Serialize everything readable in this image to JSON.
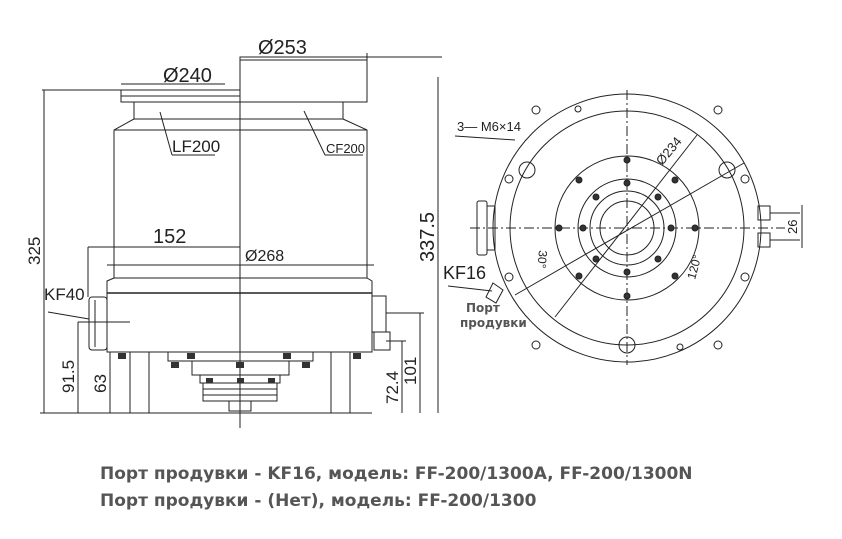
{
  "side_view": {
    "dims": {
      "d253": "Ø253",
      "d240": "Ø240",
      "lf": "LF200",
      "cf": "CF200",
      "d152": "152",
      "d268": "Ø268",
      "h325": "325",
      "h3375": "337.5",
      "kf40": "KF40",
      "h915": "91.5",
      "h63": "63",
      "h724": "72.4",
      "h101": "101"
    }
  },
  "top_view": {
    "bolt": "3— M6×14",
    "d234": "Ø234",
    "a30": "30°",
    "a120": "120°",
    "kf16": "KF16",
    "d26": "26",
    "purge_port": [
      "Порт",
      "продувки"
    ]
  },
  "caption": [
    "Порт продувки - KF16, модель: FF-200/1300A, FF-200/1300N",
    "Порт продувки - (Нет), модель: FF-200/1300"
  ]
}
